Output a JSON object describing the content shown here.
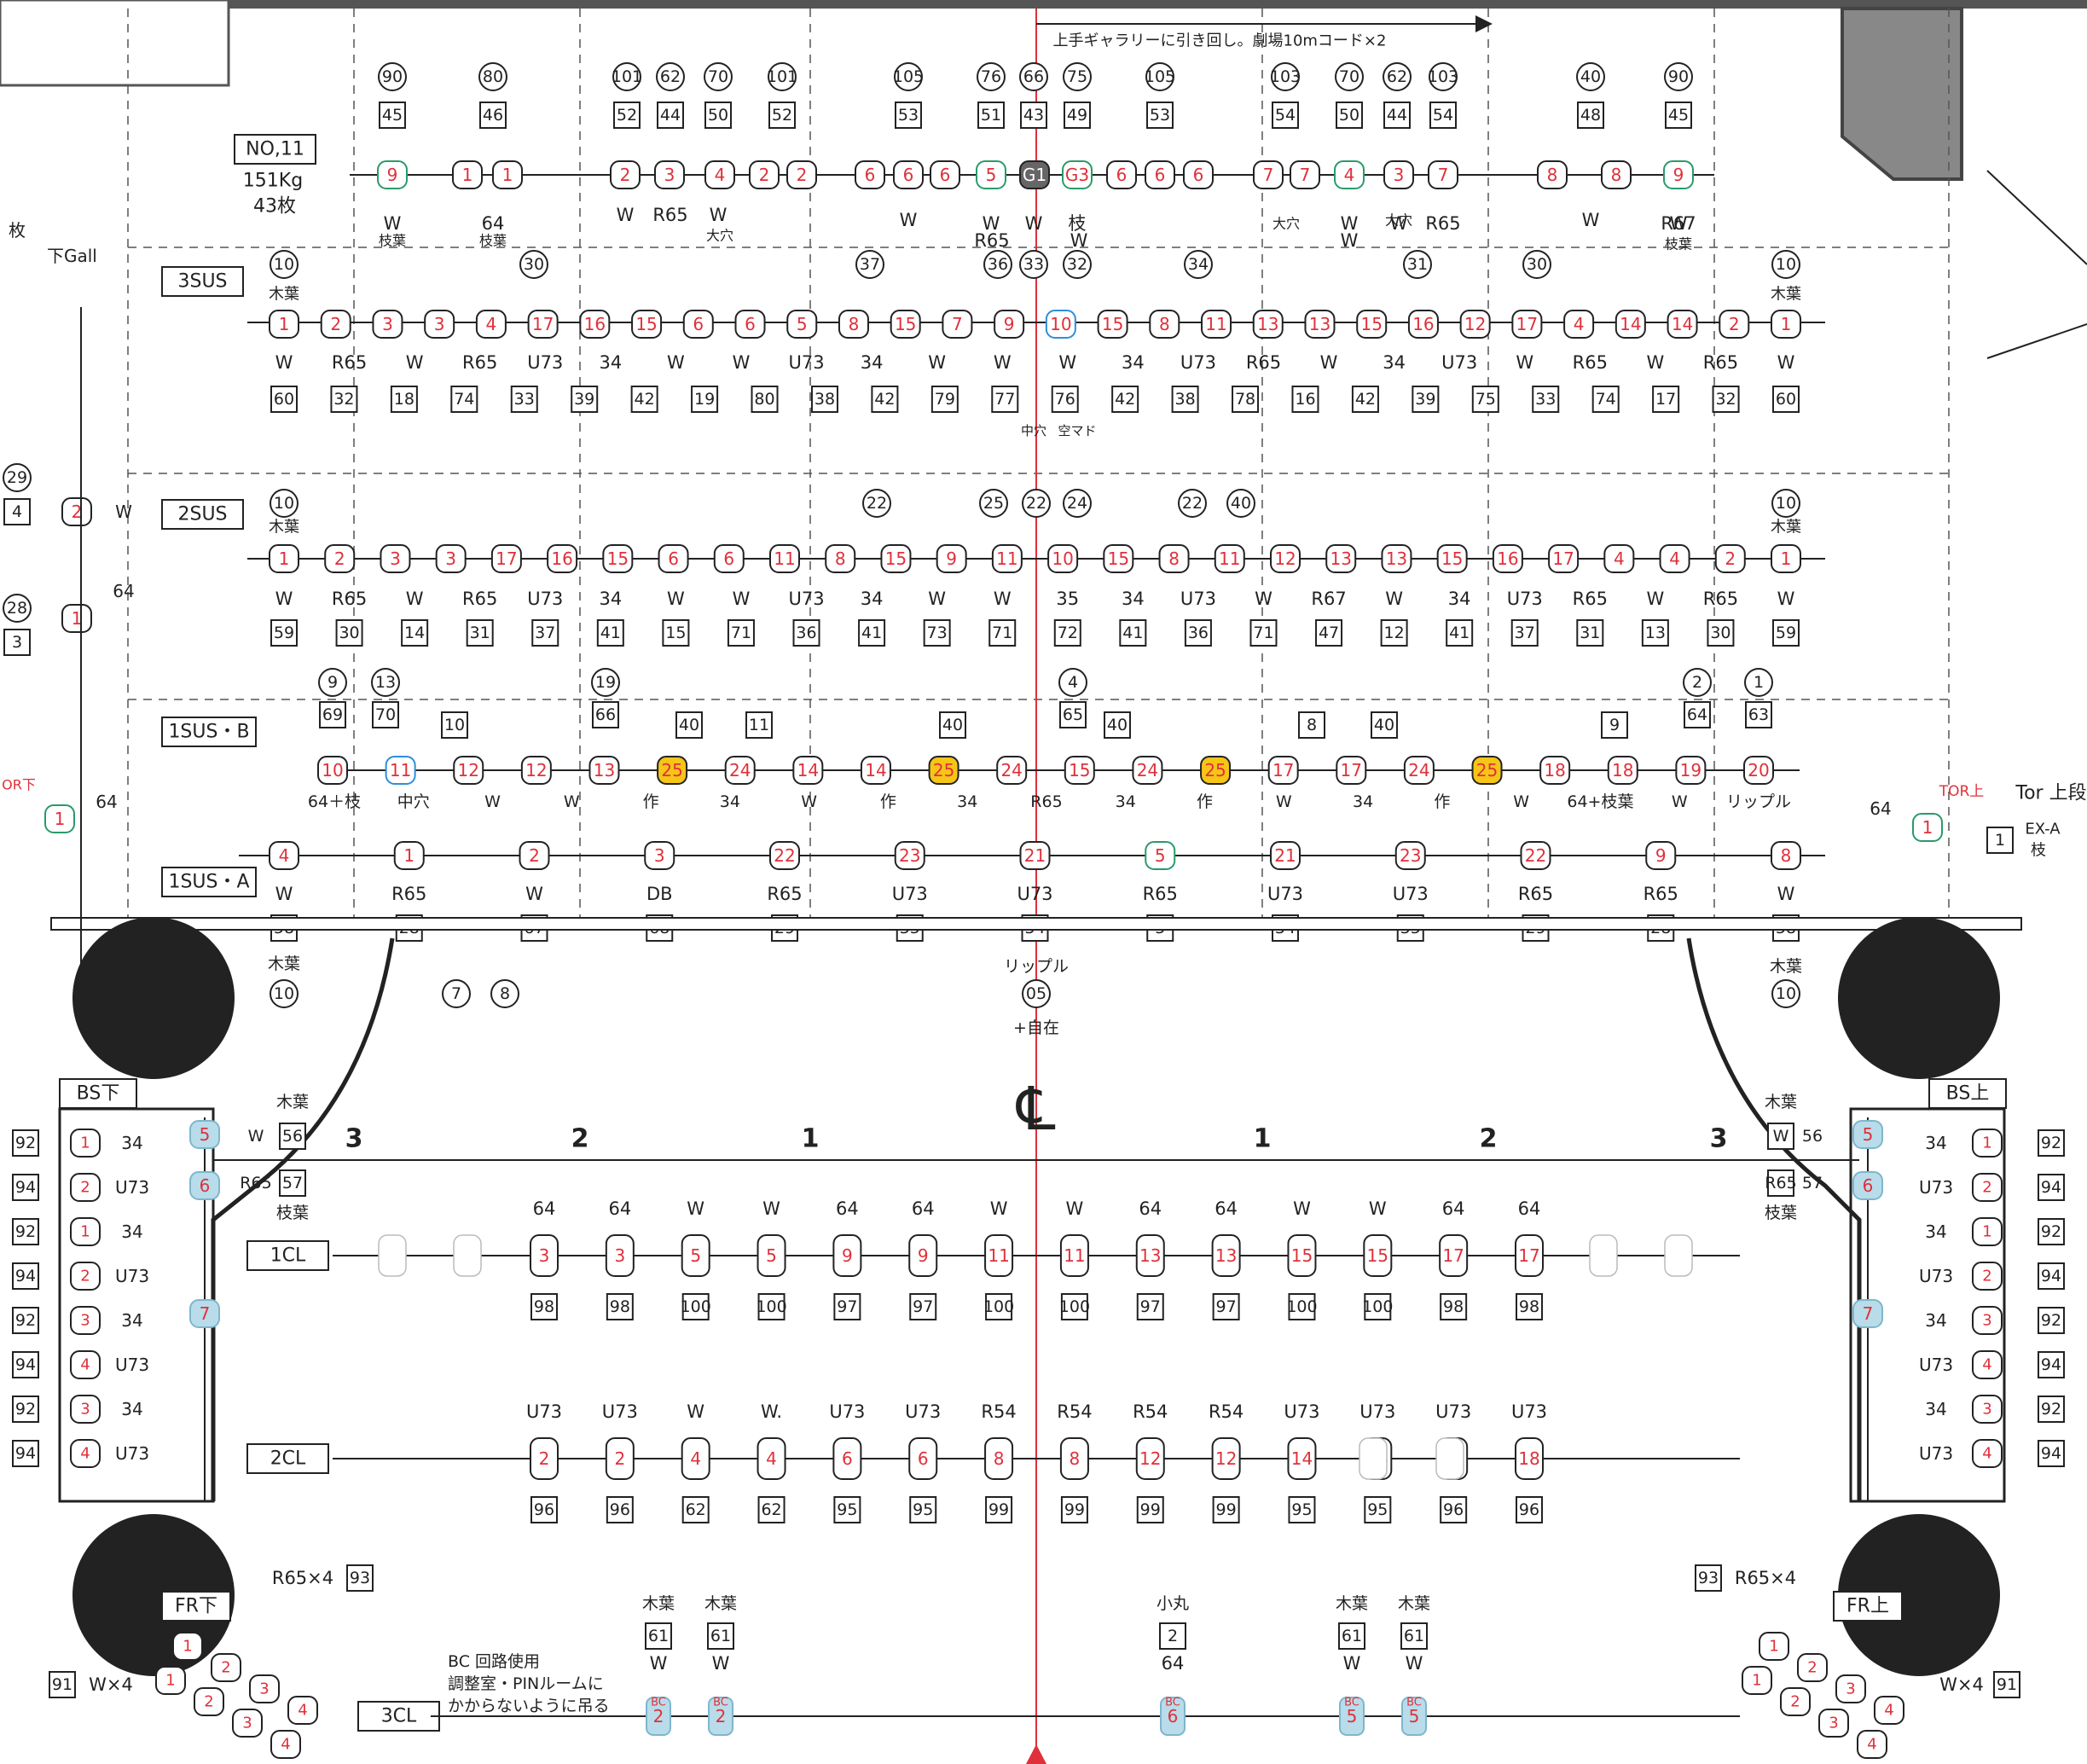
{
  "colors": {
    "red": "#e0303a",
    "green": "#2a9a6a",
    "blue": "#2d8fd8",
    "yellow": "#f5c518",
    "light_blue": "#b8dcea",
    "black": "#222222",
    "gray": "#bbbbbb"
  },
  "header": {
    "arrow_note": "上手ギャラリーに引き回し。劇場10mコード×2",
    "side_left": "下Gall",
    "side_left_top": "枚"
  },
  "bars": [
    {
      "id": "no11",
      "label": "NO,11",
      "sub1": "151Kg",
      "sub2": "43枚"
    },
    {
      "id": "3sus",
      "label": "3SUS"
    },
    {
      "id": "2sus",
      "label": "2SUS"
    },
    {
      "id": "1susb",
      "label": "1SUS・B"
    },
    {
      "id": "1susa",
      "label": "1SUS・A"
    },
    {
      "id": "1cl",
      "label": "1CL"
    },
    {
      "id": "2cl",
      "label": "2CL"
    },
    {
      "id": "3cl",
      "label": "3CL"
    }
  ],
  "no11": {
    "circles": [
      "90",
      "80",
      "101",
      "62",
      "70",
      "101",
      "105",
      "76",
      "66",
      "75",
      "105",
      "103",
      "70",
      "62",
      "103",
      "40",
      "90"
    ],
    "boxes": [
      "45",
      "46",
      "52",
      "44",
      "50",
      "52",
      "53",
      "51",
      "43",
      "49",
      "53",
      "54",
      "50",
      "44",
      "54",
      "48",
      "45"
    ],
    "fixtures": [
      "9",
      "1",
      "1",
      "2",
      "3",
      "4",
      "2",
      "2",
      "6",
      "6",
      "6",
      "5",
      "G1",
      "G3",
      "6",
      "6",
      "6",
      "7",
      "7",
      "4",
      "3",
      "7",
      "8",
      "8",
      "9"
    ],
    "labels": [
      "W",
      "枝葉",
      "64",
      "枝葉",
      "W",
      "R65",
      "W",
      "大穴",
      "W",
      "W",
      "W",
      "枝",
      "R65",
      "W",
      "大穴",
      "W",
      "W",
      "W",
      "大穴",
      "R65",
      "W",
      "R67",
      "W",
      "枝葉"
    ]
  },
  "sus3": {
    "circles": [
      "10",
      "30",
      "37",
      "36",
      "33",
      "32",
      "34",
      "31",
      "30",
      "10"
    ],
    "tag": "木葉",
    "fixtures": [
      "1",
      "2",
      "3",
      "3",
      "4",
      "17",
      "16",
      "15",
      "6",
      "6",
      "5",
      "8",
      "15",
      "7",
      "9",
      "10",
      "15",
      "8",
      "11",
      "13",
      "13",
      "15",
      "16",
      "12",
      "17",
      "4",
      "14",
      "14",
      "2",
      "1"
    ],
    "labels": [
      "W",
      "R65",
      "W",
      "R65",
      "U73",
      "34",
      "W",
      "W",
      "U73",
      "34",
      "W",
      "W",
      "W",
      "34",
      "U73",
      "R65",
      "W",
      "34",
      "U73",
      "W",
      "R65",
      "W",
      "R65",
      "W"
    ],
    "boxes": [
      "60",
      "32",
      "18",
      "74",
      "33",
      "39",
      "42",
      "19",
      "80",
      "38",
      "42",
      "79",
      "77",
      "76",
      "42",
      "38",
      "78",
      "16",
      "42",
      "39",
      "75",
      "33",
      "74",
      "17",
      "32",
      "60"
    ],
    "notes": [
      "中穴",
      "空マド"
    ]
  },
  "sus2": {
    "circles": [
      "10",
      "22",
      "25",
      "22",
      "24",
      "22",
      "40",
      "10"
    ],
    "fixtures": [
      "1",
      "2",
      "3",
      "3",
      "17",
      "16",
      "15",
      "6",
      "6",
      "11",
      "8",
      "15",
      "9",
      "11",
      "10",
      "15",
      "8",
      "11",
      "12",
      "13",
      "13",
      "15",
      "16",
      "17",
      "4",
      "4",
      "2",
      "1"
    ],
    "labels": [
      "W",
      "R65",
      "W",
      "R65",
      "U73",
      "34",
      "W",
      "W",
      "U73",
      "34",
      "W",
      "W",
      "35",
      "34",
      "U73",
      "W",
      "R67",
      "W",
      "34",
      "U73",
      "R65",
      "W",
      "R65",
      "W"
    ],
    "boxes": [
      "59",
      "30",
      "14",
      "31",
      "37",
      "41",
      "15",
      "71",
      "36",
      "41",
      "73",
      "71",
      "72",
      "41",
      "36",
      "71",
      "47",
      "12",
      "41",
      "37",
      "31",
      "13",
      "30",
      "59"
    ]
  },
  "sus1b": {
    "circles": [
      "9",
      "13",
      "19",
      "4",
      "2",
      "1"
    ],
    "boxes_top": [
      "69",
      "70",
      "10",
      "66",
      "40",
      "11",
      "40",
      "65",
      "40",
      "8",
      "40",
      "9",
      "64",
      "63"
    ],
    "fixtures": [
      "10",
      "11",
      "12",
      "12",
      "13",
      "25",
      "24",
      "14",
      "14",
      "25",
      "24",
      "15",
      "24",
      "25",
      "17",
      "17",
      "24",
      "25",
      "18",
      "18",
      "19",
      "20"
    ],
    "labels": [
      "64＋枝",
      "中穴",
      "W",
      "W",
      "作",
      "34",
      "W",
      "作",
      "34",
      "R65",
      "34",
      "作",
      "W",
      "34",
      "作",
      "W",
      "64+枝葉",
      "W",
      "リップル"
    ]
  },
  "sus1a": {
    "fixtures": [
      "4",
      "1",
      "2",
      "3",
      "22",
      "23",
      "21",
      "5",
      "21",
      "23",
      "22",
      "9",
      "8"
    ],
    "labels": [
      "W",
      "R65",
      "W",
      "DB",
      "R65",
      "U73",
      "U73",
      "R65",
      "U73",
      "U73",
      "R65",
      "R65",
      "W"
    ],
    "boxes": [
      "58",
      "28",
      "67",
      "68",
      "29",
      "35",
      "34",
      "5",
      "34",
      "35",
      "29",
      "28",
      "58"
    ],
    "circles_below": [
      "10",
      "7",
      "8",
      "05",
      "10"
    ],
    "notes": [
      "木葉",
      "リップル",
      "+自在",
      "木葉"
    ]
  },
  "left_side": {
    "items": [
      "29",
      "4",
      "2",
      "W",
      "28",
      "3",
      "64",
      "OR下",
      "64"
    ],
    "bs_label": "BS下",
    "fr_label": "FR下",
    "bs_boxes": [
      "92",
      "94",
      "92",
      "94",
      "92",
      "94",
      "92",
      "94"
    ],
    "bs_fixtures": [
      "1",
      "2",
      "1",
      "2",
      "3",
      "4",
      "3",
      "4"
    ],
    "bs_labels": [
      "34",
      "U73",
      "34",
      "U73",
      "34",
      "U73",
      "34",
      "U73"
    ],
    "ladder": [
      "5",
      "6",
      "7"
    ],
    "ladder_labels": [
      "木葉",
      "W",
      "56",
      "R65",
      "57",
      "枝葉"
    ],
    "fr_note": "R65×4",
    "fr_box": "93",
    "fr_w": "W×4",
    "fr_wbox": "91"
  },
  "right_side": {
    "items": [
      "Tor 上段",
      "TOR上",
      "64",
      "1",
      "EX-A",
      "枝"
    ],
    "bs_label": "BS上",
    "fr_label": "FR上",
    "bs_boxes": [
      "92",
      "94",
      "92",
      "94",
      "92",
      "94",
      "92",
      "94"
    ],
    "bs_fixtures": [
      "1",
      "2",
      "1",
      "2",
      "3",
      "4",
      "3",
      "4"
    ],
    "bs_labels": [
      "34",
      "U73",
      "34",
      "U73",
      "34",
      "U73",
      "34",
      "U73"
    ],
    "ladder": [
      "5",
      "6",
      "7"
    ],
    "ladder_labels": [
      "木葉",
      "56",
      "W",
      "57",
      "R65",
      "枝葉"
    ],
    "fr_note": "R65×4",
    "fr_box": "93",
    "fr_w": "W×4",
    "fr_wbox": "91"
  },
  "cl1": {
    "types": [
      "64",
      "64",
      "W",
      "W",
      "64",
      "64",
      "W",
      "W",
      "64",
      "64",
      "W",
      "W",
      "64",
      "64"
    ],
    "fixtures": [
      "3",
      "3",
      "5",
      "5",
      "9",
      "9",
      "11",
      "11",
      "13",
      "13",
      "15",
      "15",
      "17",
      "17"
    ],
    "boxes": [
      "98",
      "98",
      "100",
      "100",
      "97",
      "97",
      "100",
      "100",
      "97",
      "97",
      "100",
      "100",
      "98",
      "98"
    ]
  },
  "cl2": {
    "types": [
      "U73",
      "U73",
      "W",
      "W.",
      "U73",
      "U73",
      "R54",
      "R54",
      "R54",
      "R54",
      "U73",
      "U73",
      "U73",
      "U73"
    ],
    "fixtures": [
      "2",
      "2",
      "4",
      "4",
      "6",
      "6",
      "8",
      "8",
      "12",
      "12",
      "14",
      "14",
      "18",
      "18"
    ],
    "boxes": [
      "96",
      "96",
      "62",
      "62",
      "95",
      "95",
      "99",
      "99",
      "99",
      "99",
      "95",
      "95",
      "96",
      "96"
    ]
  },
  "cl3": {
    "note": [
      "BC 回路使用",
      "調整室・PINルームに",
      "かからないように吊る"
    ],
    "tags": [
      "木葉",
      "木葉",
      "小丸",
      "木葉",
      "木葉"
    ],
    "boxes": [
      "61",
      "61",
      "2",
      "61",
      "61"
    ],
    "types": [
      "W",
      "W",
      "64",
      "W",
      "W"
    ],
    "fixtures": [
      "2",
      "2",
      "6",
      "5",
      "5"
    ],
    "bc": "BC"
  },
  "pipe_marks": [
    "3",
    "2",
    "1",
    "1",
    "2",
    "3"
  ],
  "centerline": "℄"
}
